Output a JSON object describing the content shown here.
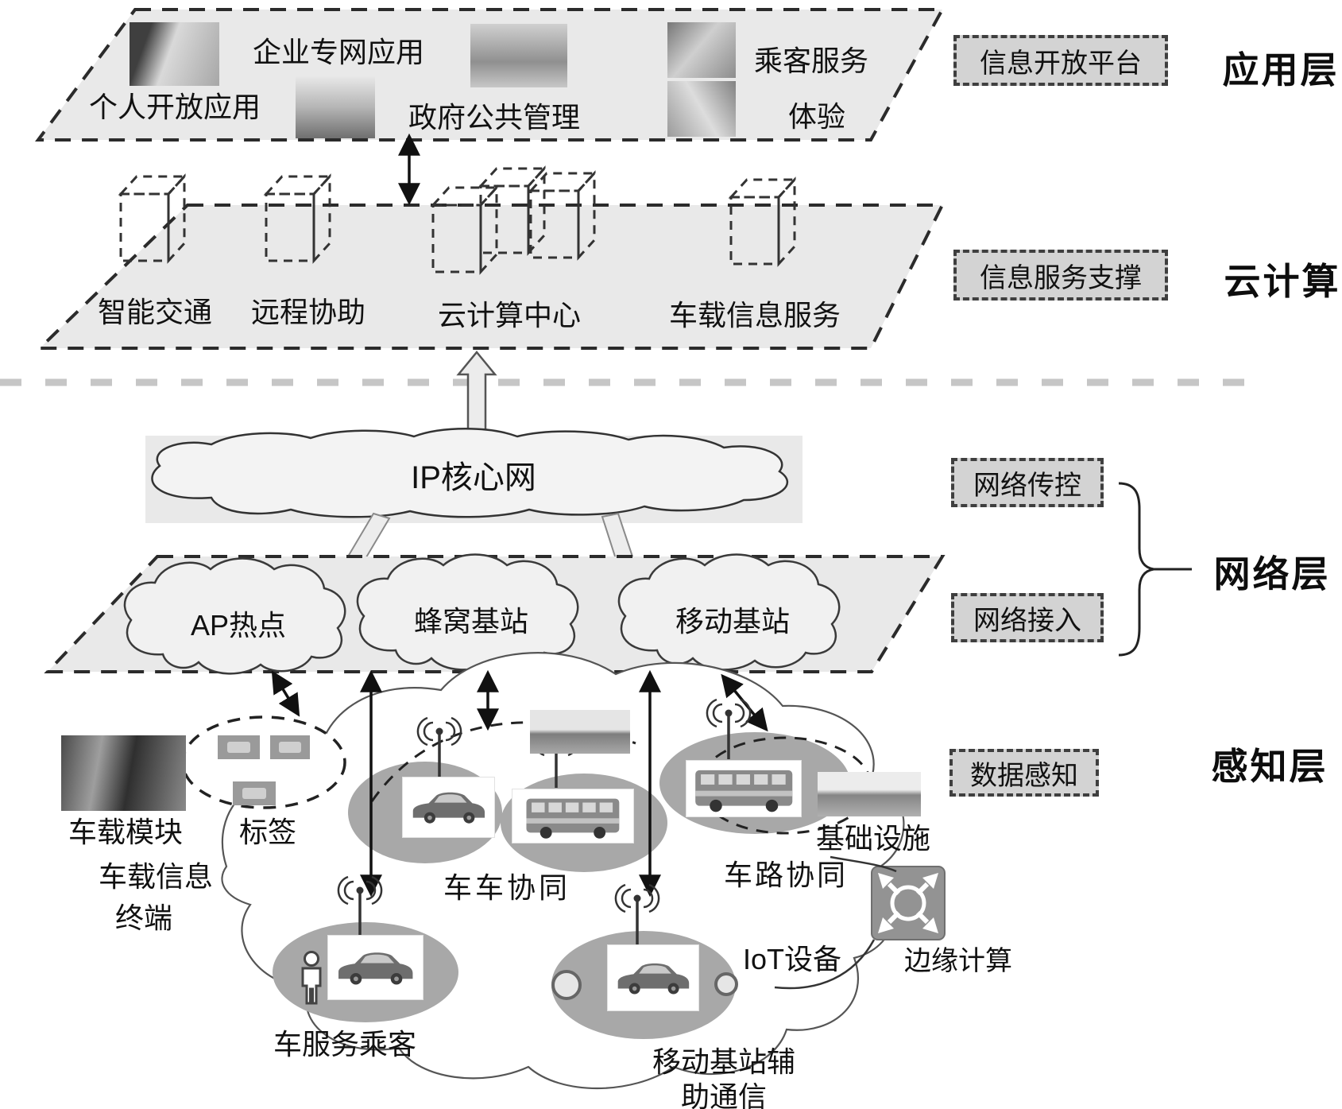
{
  "app_layer": {
    "title": "应用层",
    "tag": "信息开放平台",
    "personal": "个人开放应用",
    "enterprise": "企业专网应用",
    "government": "政府公共管理",
    "passenger1": "乘客服务",
    "passenger2": "体验"
  },
  "cloud_layer": {
    "title": "云计算",
    "tag": "信息服务支撑",
    "smart_traffic": "智能交通",
    "remote_assist": "远程协助",
    "cloud_center": "云计算中心",
    "vehicle_info_service": "车载信息服务"
  },
  "network_layer": {
    "title": "网络层",
    "tag_transport": "网络传控",
    "tag_access": "网络接入",
    "ip_core": "IP核心网",
    "ap": "AP热点",
    "cellular": "蜂窝基站",
    "mobile": "移动基站"
  },
  "perception_layer": {
    "title": "感知层",
    "tag": "数据感知",
    "vehicle_module": "车载模块",
    "vehicle_info1": "车载信息",
    "vehicle_info2": "终端",
    "rfid_tag": "标签",
    "v2v": "车车协同",
    "v2i": "车路协同",
    "infrastructure": "基础设施",
    "vehicle_service": "车服务乘客",
    "mobile_bs1": "移动基站辅",
    "mobile_bs2": "助通信",
    "iot": "IoT设备",
    "edge": "边缘计算"
  },
  "colors": {
    "layer_fill": "#e9e9e9",
    "tagbox_fill": "#d3d3d3",
    "ellipse_fill": "#a8a8a8",
    "line": "#111111"
  }
}
